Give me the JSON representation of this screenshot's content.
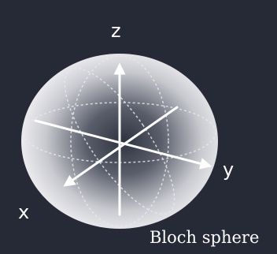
{
  "axes": {
    "z_label": "z",
    "y_label": "y",
    "x_label": "x"
  },
  "caption": "Bloch sphere",
  "colors": {
    "background": "#262a37",
    "sphere_light": "#f4f4f6",
    "sphere_dark": "#2f3340",
    "axis_color": "#ffffff",
    "grid_color": "#e8e8ee"
  }
}
